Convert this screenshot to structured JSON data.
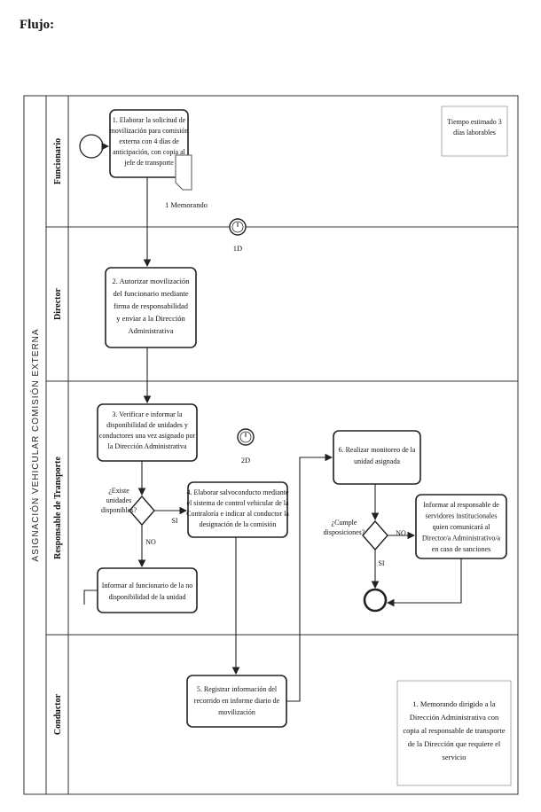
{
  "heading": "Flujo:",
  "diagram": {
    "title": "ASIGNACIÓN VEHICULAR COMISIÓN EXTERNA",
    "lanes": [
      "Funcionario",
      "Director",
      "Responsable de Transporte",
      "Conductor"
    ],
    "time_note": [
      "Tiempo estimado 3",
      "días laborables"
    ],
    "doc_label": "1 Memorando",
    "timers": [
      "1D",
      "2D"
    ],
    "steps": {
      "s1": [
        "1. Elaborar la solicitud de",
        "movilización para comisión",
        "externa con 4 días de",
        "anticipación, con copia al",
        "jefe de transporte"
      ],
      "s2": [
        "2. Autorizar movilización",
        "del funcionario mediante",
        "firma de responsabilidad",
        "y enviar a la Dirección",
        "Administrativa"
      ],
      "s3": [
        "3. Verificar e informar la",
        "disponibilidad de unidades y",
        "conductores una vez asignado por",
        "la Dirección Administrativa"
      ],
      "s4": [
        "4. Elaborar salvoconducto mediante",
        "el sistema de control vehicular de la",
        "Contraloría e indicar al conductor la",
        "designación de la comisión"
      ],
      "s5": [
        "5. Registrar información del",
        "recorrido en informe diario de",
        "movilización"
      ],
      "s6": [
        "6. Realizar monitoreo de la",
        "unidad asignada"
      ],
      "no_units": [
        "Informar al funcionario de la no",
        "disponibilidad de la unidad"
      ],
      "inform": [
        "Informar al responsable de",
        "servidores institucionales",
        "quien comunicará al",
        "Director/a Administrativo/a",
        "en caso de sanciones"
      ]
    },
    "decisions": {
      "d1": [
        "¿Existe",
        "unidades",
        "disponibles?"
      ],
      "d2": [
        "¿Cumple",
        "disposiciones?"
      ]
    },
    "flow_labels": {
      "si": "SI",
      "no": "NO"
    },
    "memo_note": [
      "1. Memorando dirigido a la",
      "Dirección Administrativa con",
      "copia al responsable de transporte",
      "de la Dirección que requiere el",
      "servicio"
    ]
  }
}
